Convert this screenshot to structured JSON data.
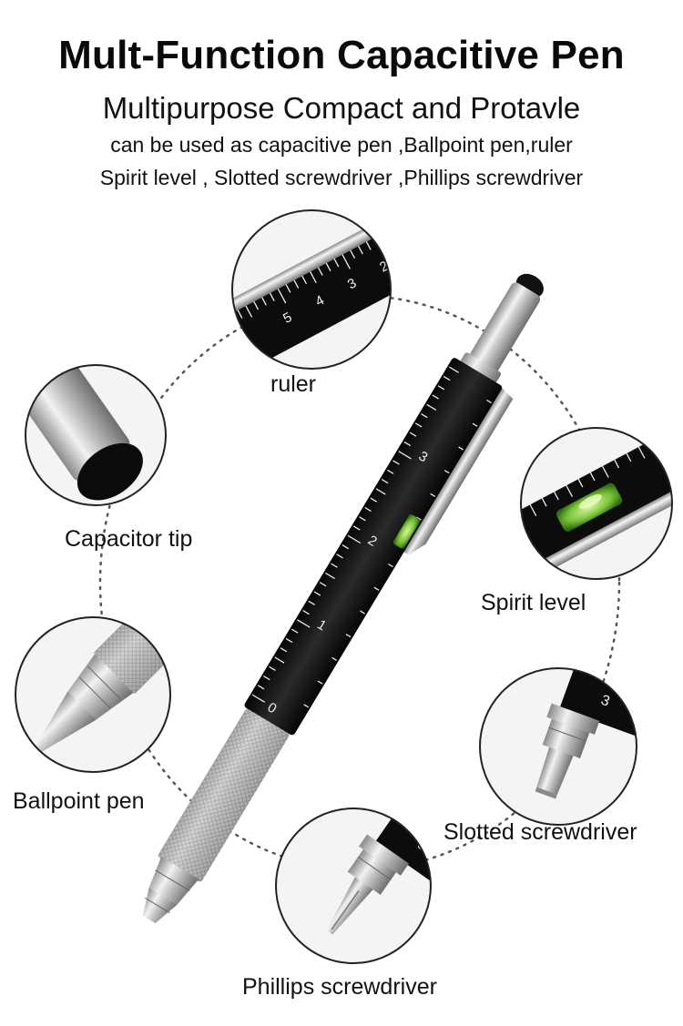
{
  "header": {
    "title": "Mult-Function Capacitive Pen",
    "subtitle": "Multipurpose Compact and Protavle",
    "line1": "can be used as capacitive pen ,Ballpoint pen,ruler",
    "line2": "Spirit level , Slotted screwdriver ,Phillips screwdriver"
  },
  "features": {
    "ruler": "ruler",
    "capacitor_tip": "Capacitor tip",
    "spirit_level": "Spirit level",
    "ballpoint_pen": "Ballpoint pen",
    "slotted_screwdriver": "Slotted screwdriver",
    "phillips_screwdriver": "Phillips screwdriver"
  },
  "ruler_marks": [
    "0",
    "1",
    "2",
    "3"
  ],
  "detail_ruler_marks": [
    "5",
    "4",
    "3",
    "2"
  ],
  "colors": {
    "pen_body": "#111111",
    "chrome": "#c8c8c8",
    "level_fluid": "#7dc43a",
    "dotted_ring": "#555555"
  }
}
